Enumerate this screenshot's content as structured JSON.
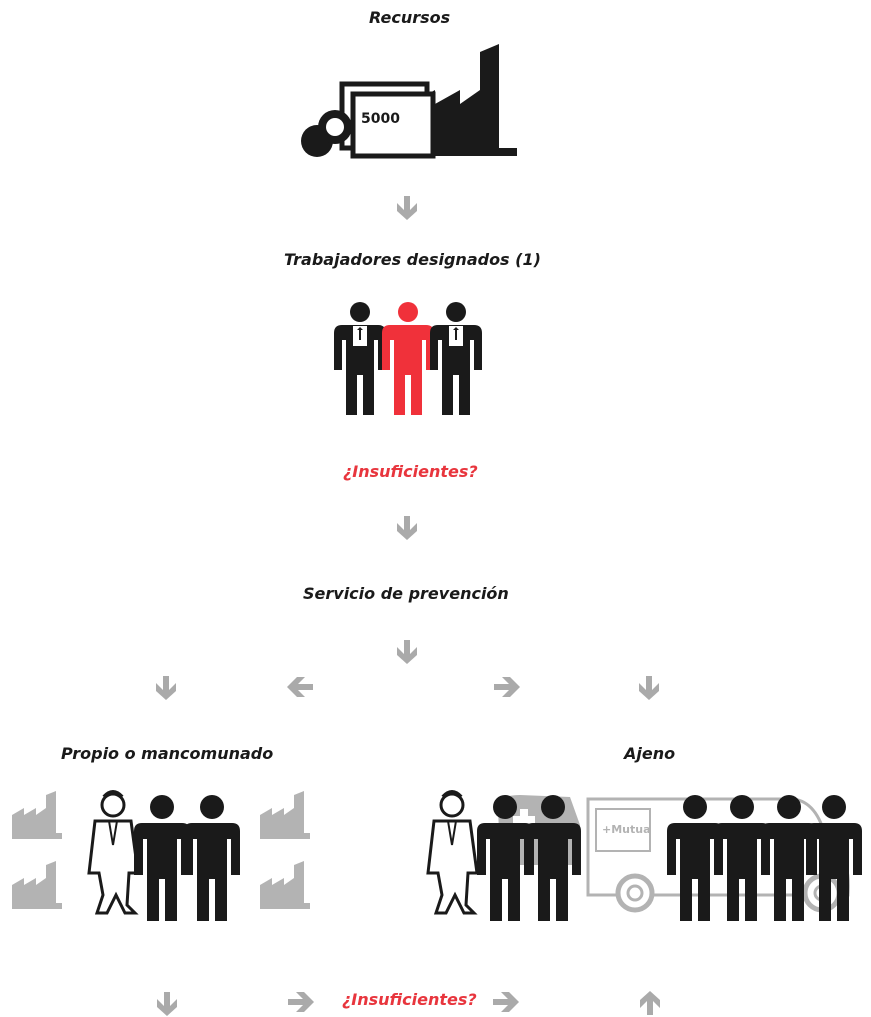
{
  "labels": {
    "recursos": "Recursos",
    "money_value": "5000",
    "trabajadores": "Trabajadores designados (1)",
    "insuficientes_1": "¿Insuficientes?",
    "servicio": "Servicio de prevención",
    "propio": "Propio o mancomunado",
    "ajeno": "Ajeno",
    "mutua": "+Mutua",
    "insuficientes_2": "¿Insuficientes?"
  },
  "colors": {
    "ink": "#1a1a1a",
    "accent_red": "#f0313a",
    "arrow_gray": "#aaaaaa",
    "light_gray": "#b3b3b3"
  }
}
